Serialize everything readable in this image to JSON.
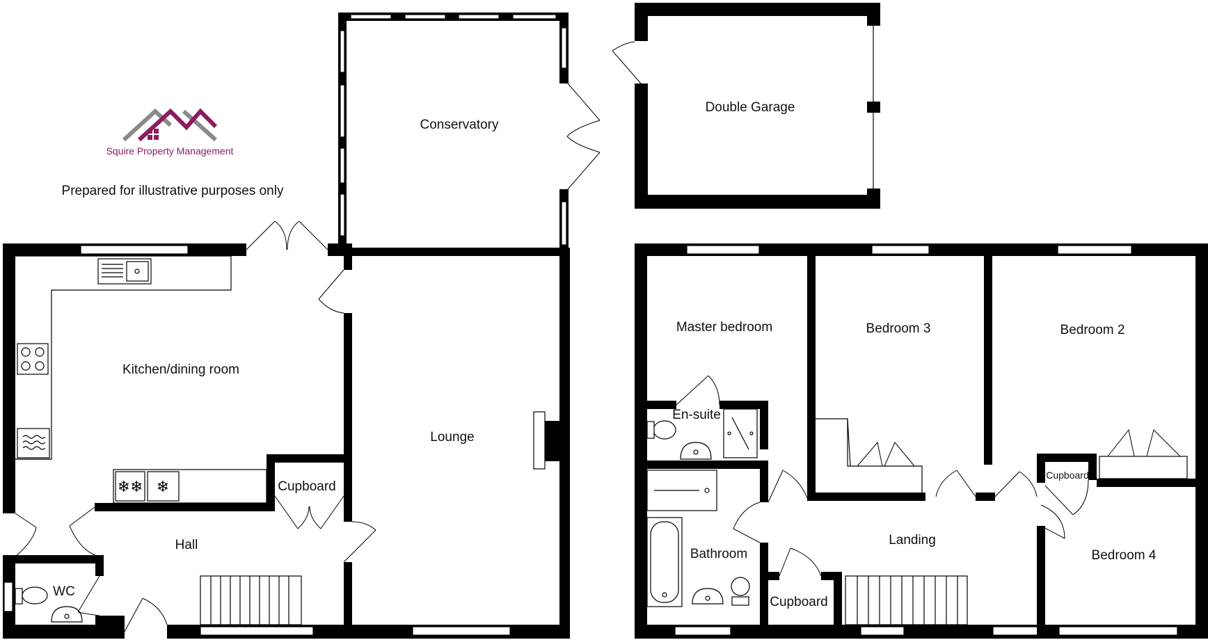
{
  "branding": {
    "company_name": "Squire Property Management",
    "colors": {
      "primary": "#8b1c5e",
      "secondary": "#8a8a8a"
    }
  },
  "disclaimer": "Prepared for illustrative purposes only",
  "ground_floor": {
    "rooms": {
      "conservatory": "Conservatory",
      "kitchen": "Kitchen/dining room",
      "lounge": "Lounge",
      "hall": "Hall",
      "cupboard": "Cupboard",
      "wc": "WC"
    }
  },
  "garage": {
    "label": "Double Garage"
  },
  "first_floor": {
    "rooms": {
      "master": "Master bedroom",
      "bedroom3": "Bedroom 3",
      "bedroom2": "Bedroom 2",
      "ensuite": "En-suite",
      "bathroom": "Bathroom",
      "landing": "Landing",
      "bedroom4": "Bedroom 4",
      "cupboard_landing": "Cupboard",
      "cupboard_bed4": "Cupboard"
    }
  }
}
